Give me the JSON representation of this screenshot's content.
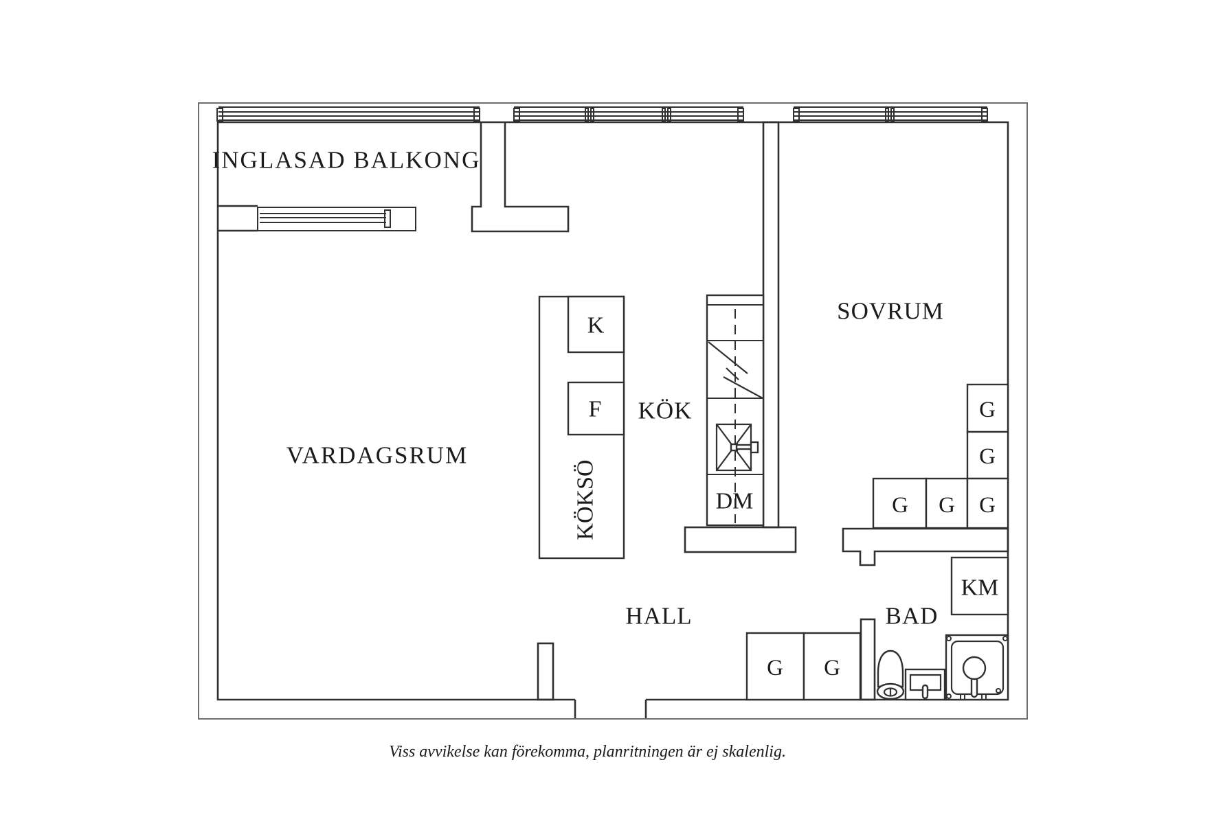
{
  "plan": {
    "rooms": {
      "balcony": "INGLASAD BALKONG",
      "living_room": "VARDAGSRUM",
      "kitchen": "KÖK",
      "bedroom": "SOVRUM",
      "hall": "HALL",
      "bathroom": "BAD"
    },
    "appliances": {
      "island": "KÖKSÖ",
      "fridge": "K",
      "freezer": "F",
      "dishwasher": "DM",
      "washing_machine": "KM"
    },
    "wardrobes": {
      "bedroom": [
        "G",
        "G",
        "G",
        "G",
        "G"
      ],
      "hall": [
        "G",
        "G"
      ]
    },
    "caption": "Viss avvikelse kan förekomma, planritningen är ej skalenlig.",
    "colors": {
      "wall": "#303030",
      "outer_line": "#6e6e6e",
      "text": "#1b1b1b",
      "background": "#ffffff"
    }
  }
}
